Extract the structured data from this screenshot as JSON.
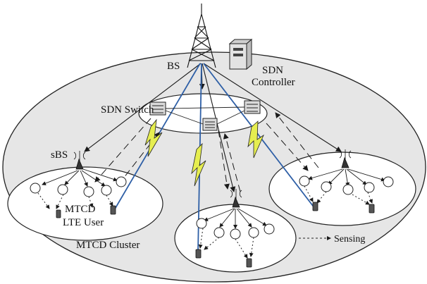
{
  "labels": {
    "base_station": "BS",
    "sdn_controller_line1": "SDN",
    "sdn_controller_line2": "Controller",
    "sdn_switch": "SDN Switch",
    "small_base_station": "sBS",
    "mtcd": "MTCD",
    "lte_user": "LTE User",
    "mtcd_cluster": "MTCD Cluster",
    "sensing_legend": "Sensing"
  },
  "colors": {
    "outer_ellipse_fill": "#e6e6e6",
    "cell_fill": "#ffffff",
    "blue_link": "#2e5fa6",
    "lightning_fill": "#e6ee50",
    "line": "#1a1a1a"
  }
}
